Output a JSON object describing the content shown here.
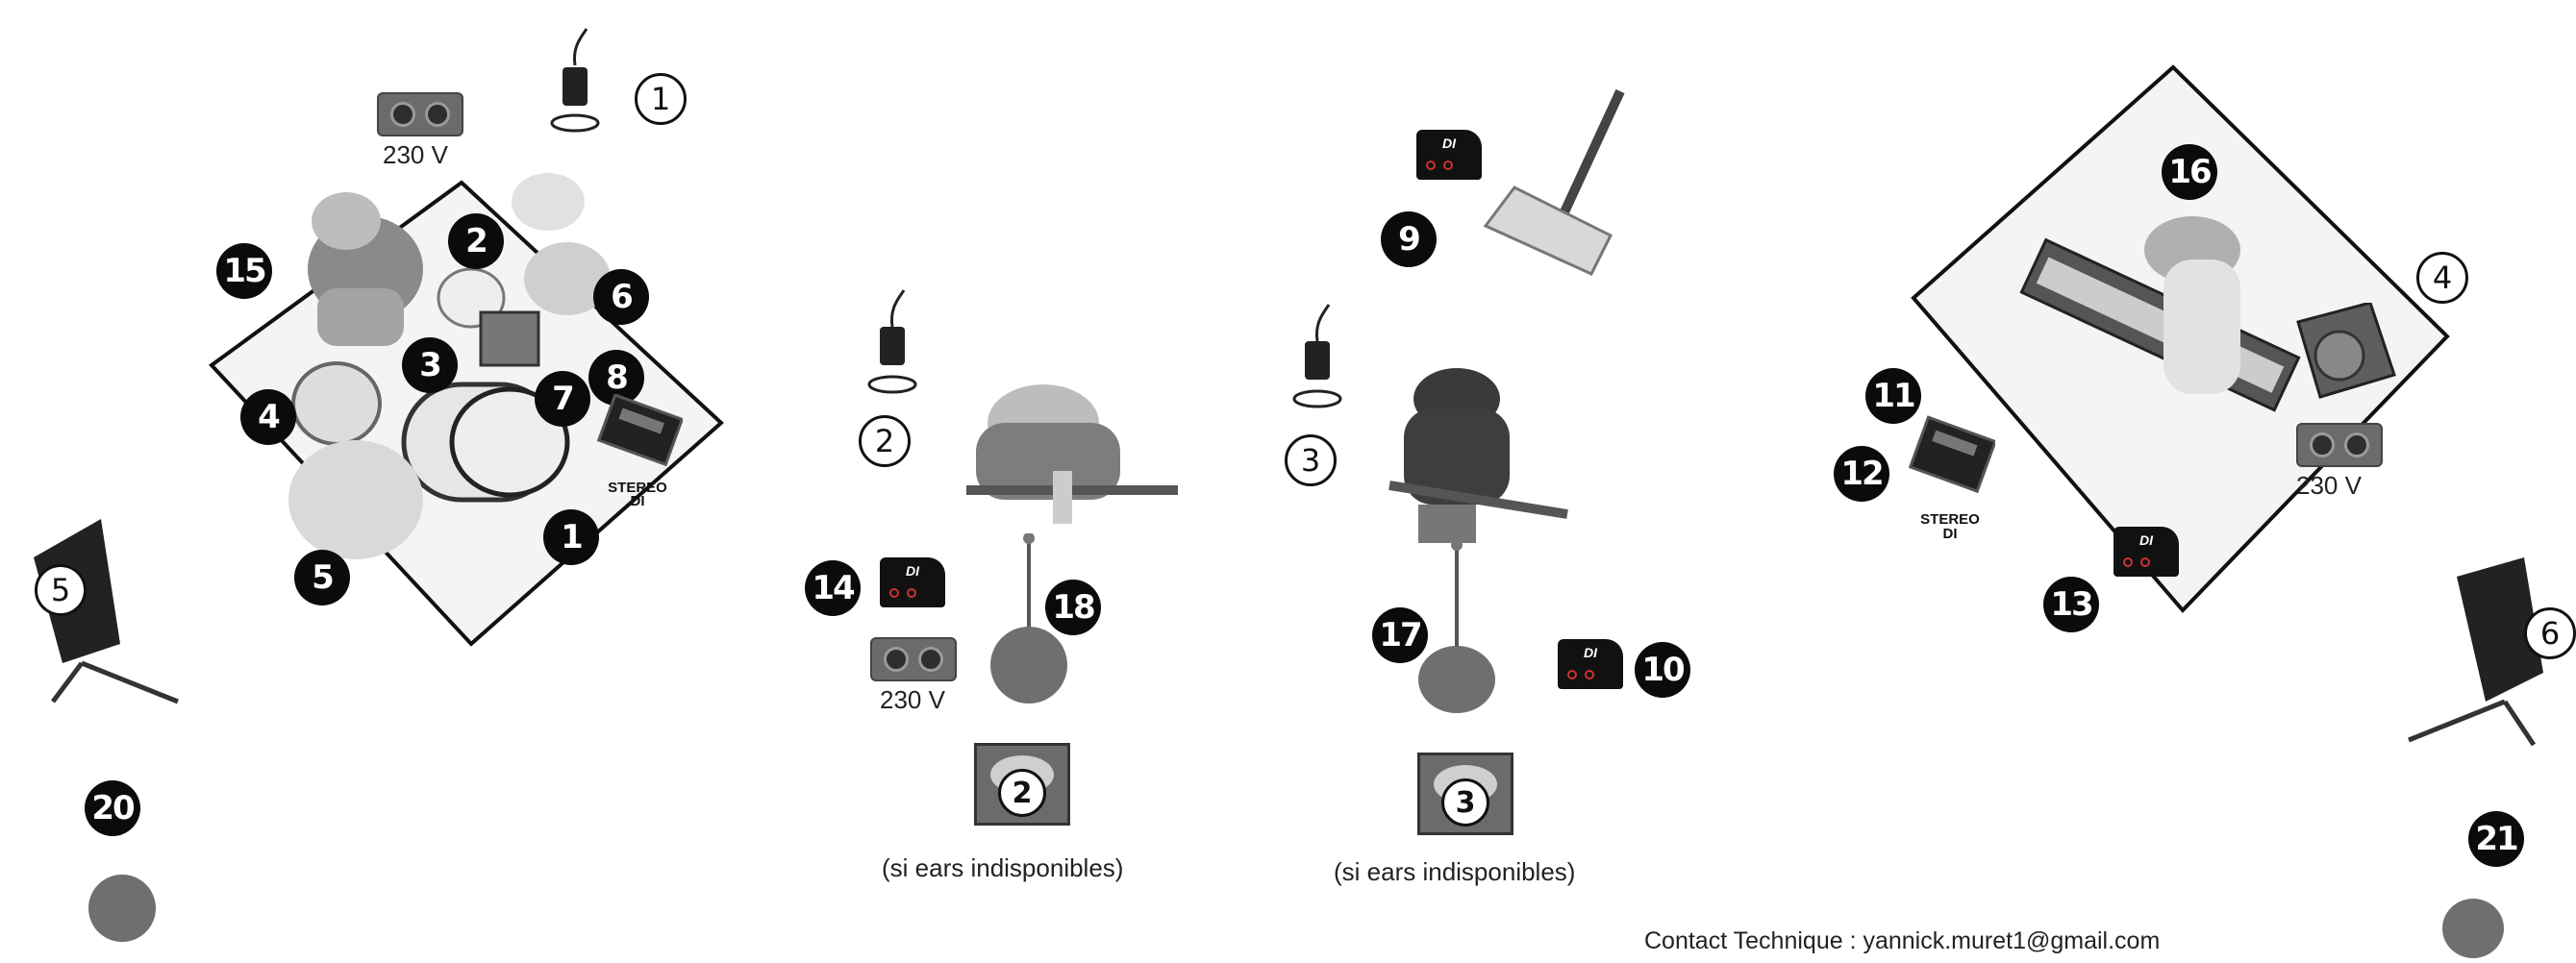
{
  "numbers_black": [
    "1",
    "2",
    "3",
    "4",
    "5",
    "6",
    "7",
    "8",
    "9",
    "10",
    "11",
    "12",
    "13",
    "14",
    "15",
    "16",
    "17",
    "18",
    "20",
    "21"
  ],
  "numbers_white": [
    "1",
    "2",
    "3",
    "4",
    "5",
    "6"
  ],
  "wedges": [
    "2",
    "3"
  ],
  "labels": {
    "power_1": "230 V",
    "power_2": "230 V",
    "power_3": "230 V",
    "stereo_di_1_a": "STEREO",
    "stereo_di_1_b": "DI",
    "stereo_di_2_a": "STEREO",
    "stereo_di_2_b": "DI",
    "di": "DI",
    "ears_note_1": "(si ears indisponibles)",
    "ears_note_2": "(si ears indisponibles)",
    "contact": "Contact Technique : yannick.muret1@gmail.com"
  }
}
